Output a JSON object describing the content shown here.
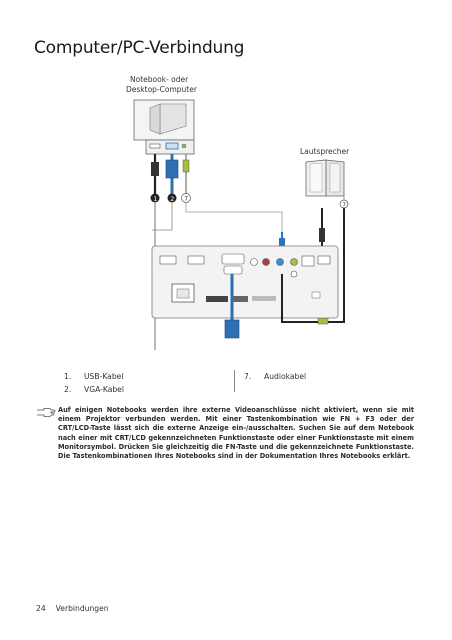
{
  "title": "Computer/PC-Verbindung",
  "labels": {
    "computer_line1": "Notebook- oder",
    "computer_line2": "Desktop-Computer",
    "speaker": "Lautsprecher",
    "callout_1": "1",
    "callout_2": "2",
    "callout_7": "7"
  },
  "legend": {
    "left": [
      {
        "num": "1.",
        "text": "USB-Kabel"
      },
      {
        "num": "2.",
        "text": "VGA-Kabel"
      }
    ],
    "right": [
      {
        "num": "7.",
        "text": "Audiokabel"
      }
    ]
  },
  "note": "Auf einigen Notebooks werden ihre externe Videoanschlüsse nicht aktiviert, wenn sie mit einem Projektor verbunden werden. Mit einer Tastenkombination wie FN + F3 oder der CRT/LCD-Taste lässt sich die externe Anzeige ein-/ausschalten. Suchen Sie auf dem Notebook nach einer mit CRT/LCD gekennzeichneten Funktionstaste oder einer Funktionstaste mit einem Monitorsymbol. Drücken Sie gleichzeitig die FN-Taste und die gekennzeichnete Funktionstaste. Die Tastenkombinationen Ihres Notebooks sind in der Dokumentation Ihres Notebooks erklärt.",
  "footer": {
    "page_number": "24",
    "section": "Verbindungen"
  },
  "colors": {
    "vga_blue": "#2f6fb3",
    "cable_dark": "#222222",
    "audio_green": "#9ec33a",
    "outline": "#555555"
  },
  "icons": [
    "computer-icon",
    "speaker-icon",
    "projector-icon",
    "note-hand-icon"
  ]
}
